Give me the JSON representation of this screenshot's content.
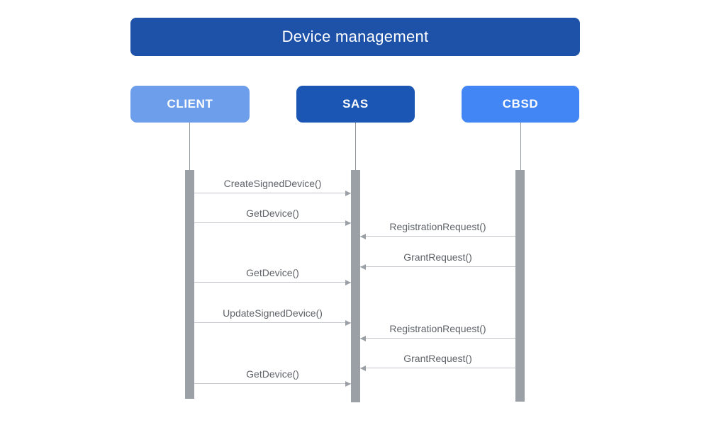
{
  "diagram": {
    "title": "Device management",
    "colors": {
      "title_bar": "#1e52a8",
      "actor_client": "#6d9eeb",
      "actor_sas": "#1b56b4",
      "actor_cbsd": "#4285f4",
      "activation_bar": "#9aa0a6",
      "arrow_line": "#c3c7cb",
      "message_text": "#5f6368",
      "actor_text": "#ffffff"
    },
    "actors": [
      {
        "id": "client",
        "label": "CLIENT"
      },
      {
        "id": "sas",
        "label": "SAS"
      },
      {
        "id": "cbsd",
        "label": "CBSD"
      }
    ],
    "messages": [
      {
        "label": "CreateSignedDevice()",
        "from": "CLIENT",
        "to": "SAS"
      },
      {
        "label": "GetDevice()",
        "from": "CLIENT",
        "to": "SAS"
      },
      {
        "label": "RegistrationRequest()",
        "from": "CBSD",
        "to": "SAS"
      },
      {
        "label": "GrantRequest()",
        "from": "CBSD",
        "to": "SAS"
      },
      {
        "label": "GetDevice()",
        "from": "CLIENT",
        "to": "SAS"
      },
      {
        "label": "UpdateSignedDevice()",
        "from": "CLIENT",
        "to": "SAS"
      },
      {
        "label": "RegistrationRequest()",
        "from": "CBSD",
        "to": "SAS"
      },
      {
        "label": "GrantRequest()",
        "from": "CBSD",
        "to": "SAS"
      },
      {
        "label": "GetDevice()",
        "from": "CLIENT",
        "to": "SAS"
      }
    ]
  }
}
